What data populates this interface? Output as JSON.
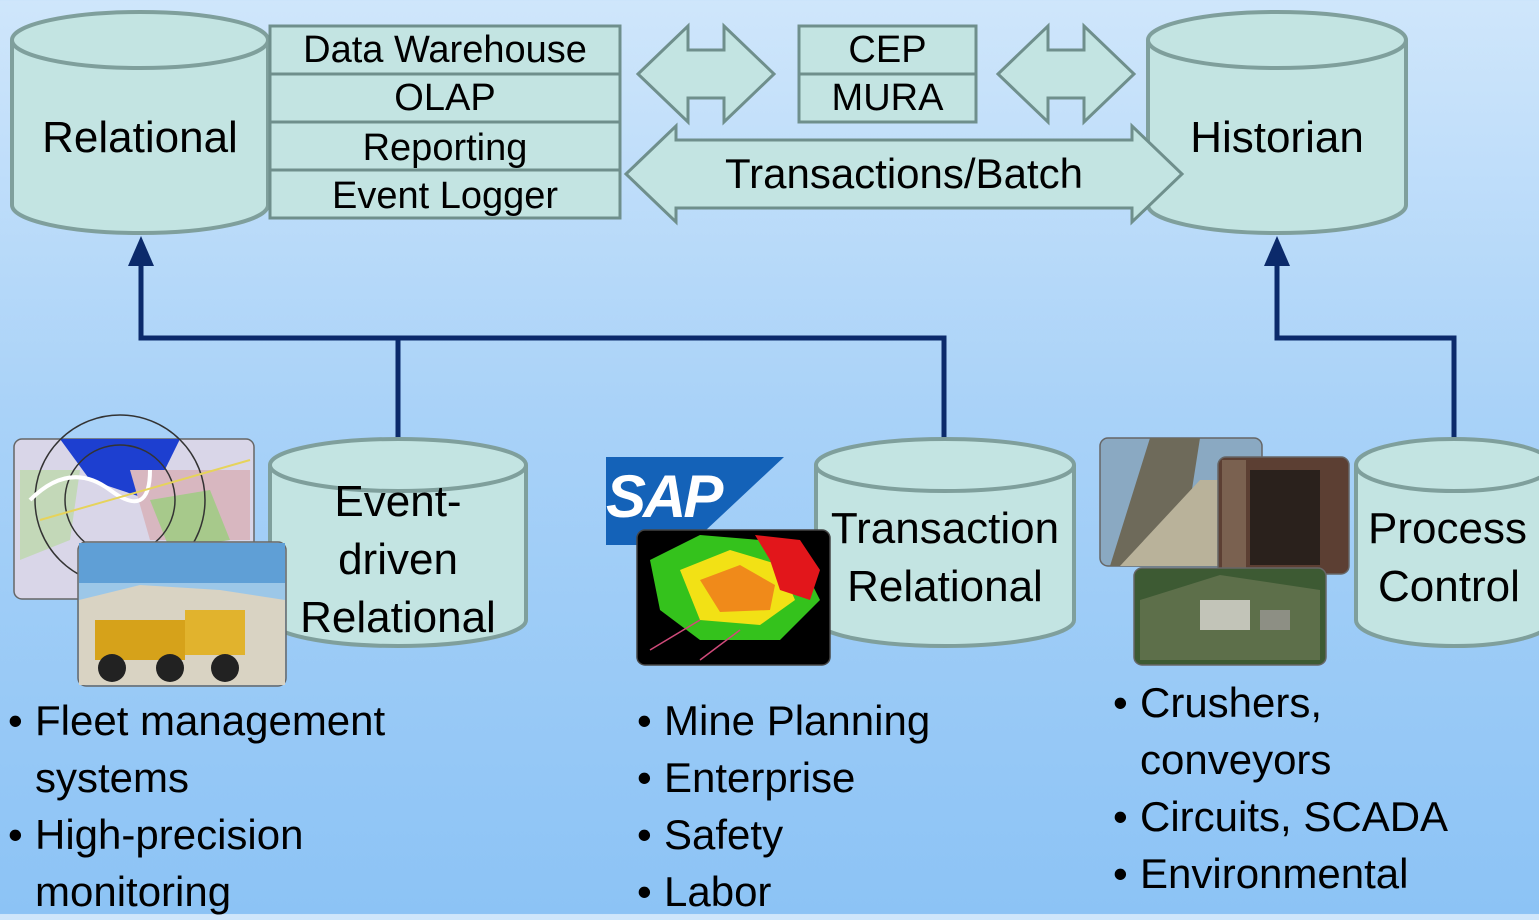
{
  "top": {
    "relational_label": "Relational",
    "historian_label": "Historian",
    "stack_items": [
      "Data Warehouse",
      "OLAP",
      "Reporting",
      "Event Logger"
    ],
    "cep_items": [
      "CEP",
      "MURA"
    ],
    "transactions_label": "Transactions/Batch"
  },
  "sources": {
    "event_driven": {
      "label_lines": [
        "Event-",
        "driven",
        "Relational"
      ],
      "bullets": [
        "Fleet management systems",
        "High-precision monitoring"
      ]
    },
    "transaction": {
      "label_lines": [
        "Transaction",
        "Relational"
      ],
      "logo_text": "SAP",
      "bullets": [
        "Mine Planning",
        "Enterprise",
        "Safety",
        "Labor"
      ]
    },
    "process_control": {
      "label_lines": [
        "Process",
        "Control"
      ],
      "bullets": [
        "Crushers, conveyors",
        "Circuits, SCADA",
        "Environmental"
      ]
    }
  },
  "colors": {
    "cylinder_fill": "#c3e4e2",
    "cylinder_stroke": "#7f9f9c",
    "connector": "#0b2a6b",
    "box_fill": "#c3e4e2",
    "box_stroke": "#6f8f8c"
  }
}
